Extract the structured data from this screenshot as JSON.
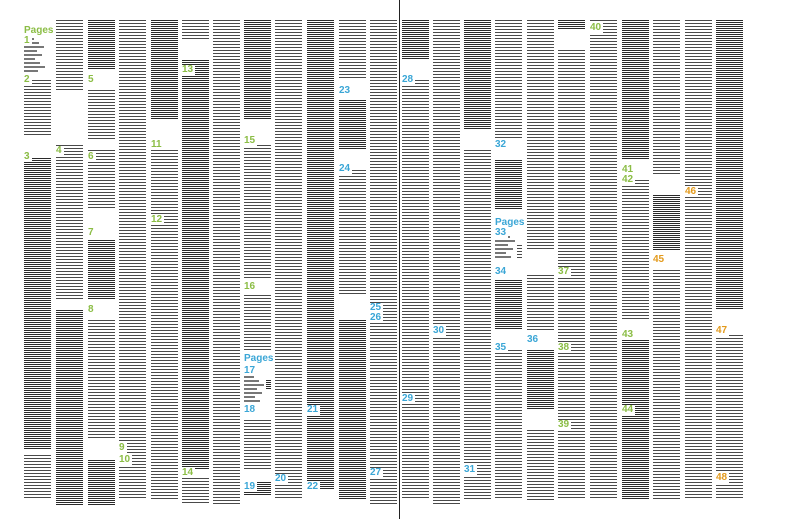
{
  "colors": {
    "green": "#8bbd45",
    "blue": "#3aa6d6",
    "orange": "#e39a1c",
    "ink": "#1a1a1a",
    "paper": "#ffffff"
  },
  "sections": [
    {
      "label": "Pages",
      "color": "green"
    },
    {
      "label": "Pages",
      "color": "blue"
    },
    {
      "label": "Pages",
      "color": "blue"
    }
  ],
  "page_numbers": [
    {
      "n": "1",
      "color": "green"
    },
    {
      "n": "2",
      "color": "green"
    },
    {
      "n": "3",
      "color": "green"
    },
    {
      "n": "4",
      "color": "green"
    },
    {
      "n": "5",
      "color": "green"
    },
    {
      "n": "6",
      "color": "green"
    },
    {
      "n": "7",
      "color": "green"
    },
    {
      "n": "8",
      "color": "green"
    },
    {
      "n": "9",
      "color": "green"
    },
    {
      "n": "10",
      "color": "green"
    },
    {
      "n": "11",
      "color": "green"
    },
    {
      "n": "12",
      "color": "green"
    },
    {
      "n": "13",
      "color": "green"
    },
    {
      "n": "14",
      "color": "green"
    },
    {
      "n": "15",
      "color": "green"
    },
    {
      "n": "16",
      "color": "green"
    },
    {
      "n": "17",
      "color": "blue"
    },
    {
      "n": "18",
      "color": "blue"
    },
    {
      "n": "19",
      "color": "blue"
    },
    {
      "n": "20",
      "color": "blue"
    },
    {
      "n": "21",
      "color": "blue"
    },
    {
      "n": "22",
      "color": "blue"
    },
    {
      "n": "23",
      "color": "blue"
    },
    {
      "n": "24",
      "color": "blue"
    },
    {
      "n": "25",
      "color": "blue"
    },
    {
      "n": "26",
      "color": "blue"
    },
    {
      "n": "27",
      "color": "blue"
    },
    {
      "n": "28",
      "color": "blue"
    },
    {
      "n": "29",
      "color": "blue"
    },
    {
      "n": "30",
      "color": "blue"
    },
    {
      "n": "31",
      "color": "blue"
    },
    {
      "n": "32",
      "color": "blue"
    },
    {
      "n": "33",
      "color": "blue"
    },
    {
      "n": "34",
      "color": "blue"
    },
    {
      "n": "35",
      "color": "blue"
    },
    {
      "n": "36",
      "color": "blue"
    },
    {
      "n": "37",
      "color": "green"
    },
    {
      "n": "38",
      "color": "green"
    },
    {
      "n": "39",
      "color": "green"
    },
    {
      "n": "40",
      "color": "green"
    },
    {
      "n": "41",
      "color": "green"
    },
    {
      "n": "42",
      "color": "green"
    },
    {
      "n": "43",
      "color": "green"
    },
    {
      "n": "44",
      "color": "green"
    },
    {
      "n": "45",
      "color": "orange"
    },
    {
      "n": "46",
      "color": "orange"
    },
    {
      "n": "47",
      "color": "orange"
    },
    {
      "n": "48",
      "color": "orange"
    }
  ]
}
